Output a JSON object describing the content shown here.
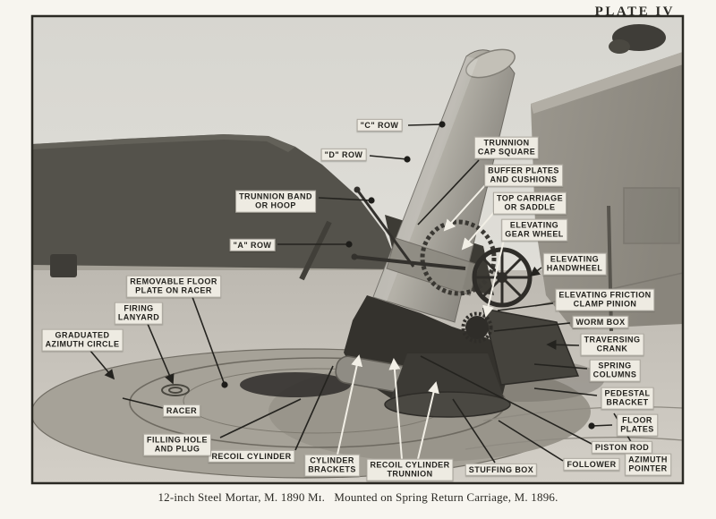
{
  "plate_title": "PLATE IV",
  "caption": "12-inch Steel Mortar, M. 1890 Mɪ.   Mounted on Spring Return Carriage, M. 1896.",
  "figure": {
    "subject": "12-inch steel mortar on spring return carriage in emplacement",
    "style": "halftone photograph with pasted callout labels"
  },
  "colors": {
    "page": "#f7f5ef",
    "sky": "#dcdbd5",
    "hill": "#54524b",
    "wall": "#938f86",
    "floor": "#c9c5bd",
    "platform": "#a6a298",
    "machinery": "#34322d",
    "label_bg": "#eeebe2",
    "ink": "#24231f",
    "white_leader": "#f2efe6"
  },
  "labels": [
    {
      "id": "c-row",
      "text": "\"C\" ROW"
    },
    {
      "id": "d-row",
      "text": "\"D\" ROW"
    },
    {
      "id": "trunnion-cap-square",
      "text": "TRUNNION\nCAP SQUARE"
    },
    {
      "id": "buffer-plates",
      "text": "BUFFER PLATES\nAND CUSHIONS"
    },
    {
      "id": "top-carriage",
      "text": "TOP CARRIAGE\nOR SADDLE"
    },
    {
      "id": "elevating-gear-wheel",
      "text": "ELEVATING\nGEAR WHEEL"
    },
    {
      "id": "elevating-handwheel",
      "text": "ELEVATING\nHANDWHEEL"
    },
    {
      "id": "elevating-friction-clamp-pinion",
      "text": "ELEVATING FRICTION\nCLAMP PINION"
    },
    {
      "id": "worm-box",
      "text": "WORM BOX"
    },
    {
      "id": "traversing-crank",
      "text": "TRAVERSING\nCRANK"
    },
    {
      "id": "spring-columns",
      "text": "SPRING\nCOLUMNS"
    },
    {
      "id": "pedestal-bracket",
      "text": "PEDESTAL\nBRACKET"
    },
    {
      "id": "floor-plates",
      "text": "FLOOR\nPLATES"
    },
    {
      "id": "piston-rod",
      "text": "PISTON ROD"
    },
    {
      "id": "follower",
      "text": "FOLLOWER"
    },
    {
      "id": "azimuth-pointer",
      "text": "AZIMUTH\nPOINTER"
    },
    {
      "id": "stuffing-box",
      "text": "STUFFING BOX"
    },
    {
      "id": "recoil-cylinder-trunnion",
      "text": "RECOIL CYLINDER\nTRUNNION"
    },
    {
      "id": "cylinder-brackets",
      "text": "CYLINDER\nBRACKETS"
    },
    {
      "id": "recoil-cylinder",
      "text": "RECOIL CYLINDER"
    },
    {
      "id": "filling-hole",
      "text": "FILLING HOLE\nAND PLUG"
    },
    {
      "id": "racer",
      "text": "RACER"
    },
    {
      "id": "graduated-azimuth-circle",
      "text": "GRADUATED\nAZIMUTH CIRCLE"
    },
    {
      "id": "firing-lanyard",
      "text": "FIRING\nLANYARD"
    },
    {
      "id": "removable-floor-plate",
      "text": "REMOVABLE FLOOR\nPLATE ON RACER"
    },
    {
      "id": "a-row",
      "text": "\"A\" ROW"
    },
    {
      "id": "trunnion-band",
      "text": "TRUNNION BAND\nOR HOOP"
    }
  ]
}
